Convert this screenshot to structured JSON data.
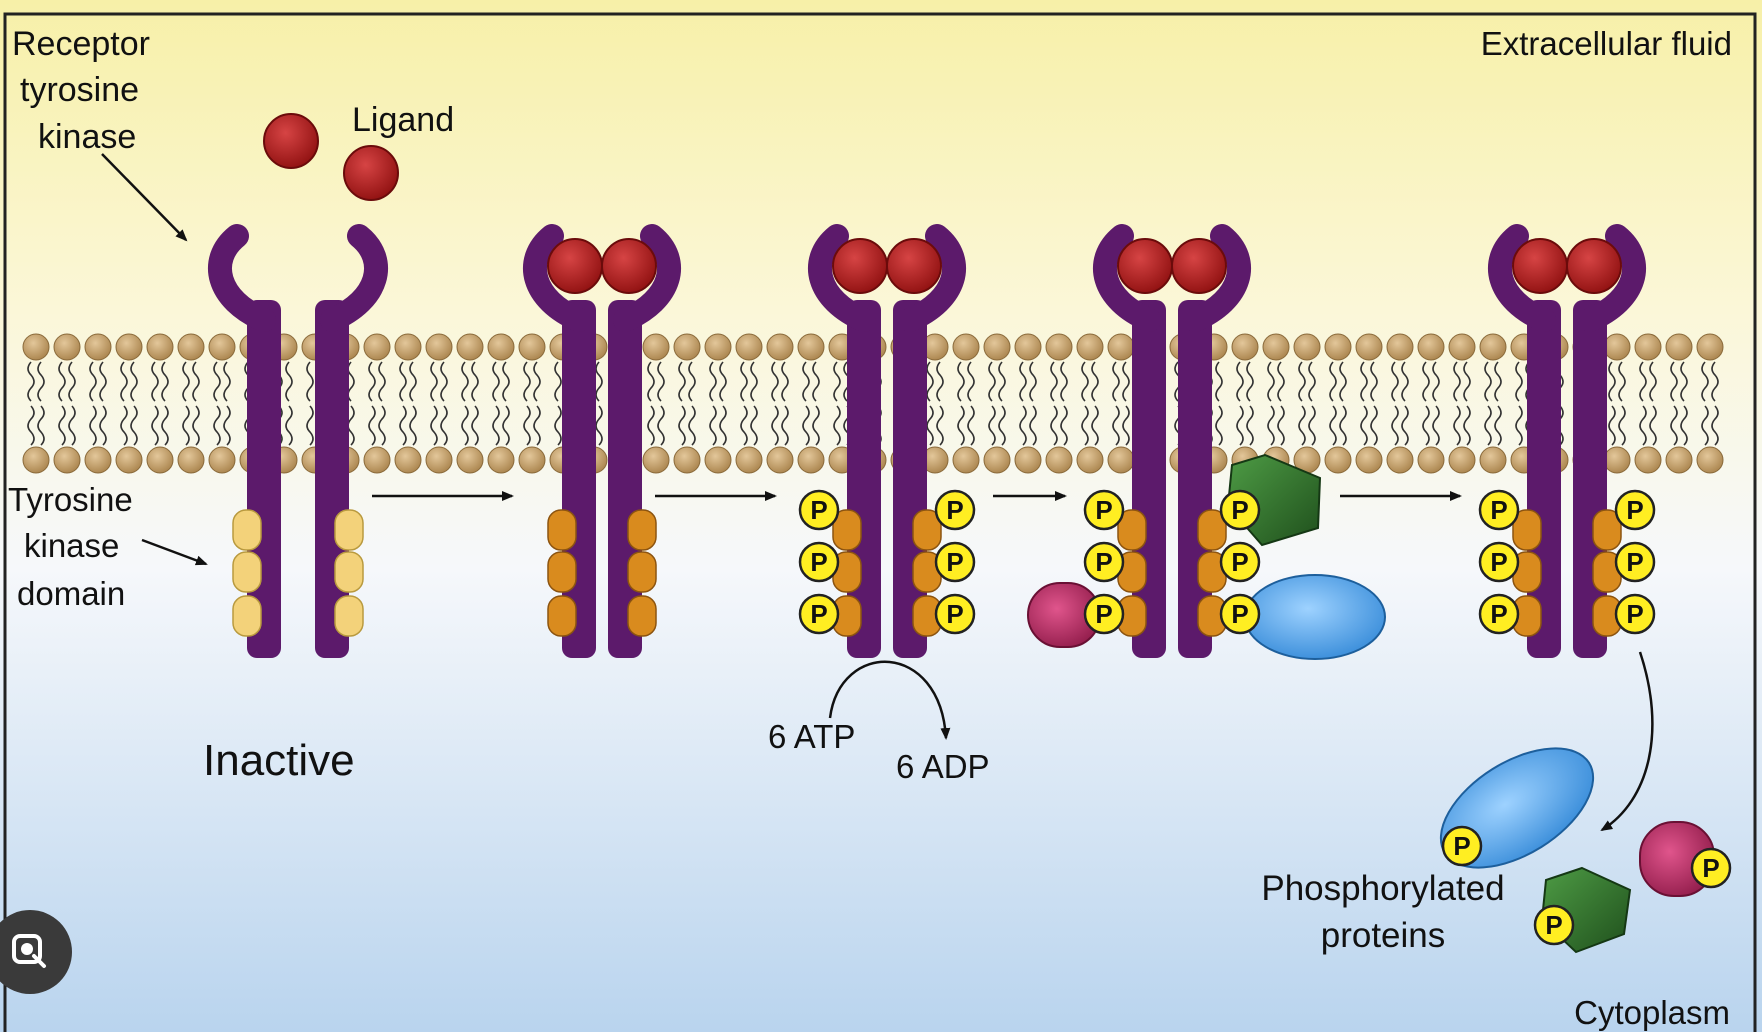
{
  "labels": {
    "receptor_line1": "Receptor",
    "receptor_line2": "tyrosine",
    "receptor_line3": "kinase",
    "ligand": "Ligand",
    "extracellular": "Extracellular fluid",
    "domain_line1": "Tyrosine",
    "domain_line2": "kinase",
    "domain_line3": "domain",
    "inactive": "Inactive",
    "atp": "6 ATP",
    "adp": "6 ADP",
    "phospho_line1": "Phosphorylated",
    "phospho_line2": "proteins",
    "cytoplasm": "Cytoplasm",
    "phosphate": "P"
  },
  "colors": {
    "extracellular_top": "#f6ee9e",
    "cytoplasm_bottom": "#bcd6ee",
    "receptor": "#5c1a6b",
    "ligand": "#b41e1e",
    "kinase_inactive": "#f3d27a",
    "kinase_active": "#d98b1e",
    "phosphate": "#ffee22",
    "lipid_head": "#c9a46d",
    "protein_green": "#2f6b2a",
    "protein_blue": "#4aa0e8",
    "protein_magenta": "#b3245e"
  },
  "icons": {
    "lens_badge": "google-lens-icon"
  }
}
